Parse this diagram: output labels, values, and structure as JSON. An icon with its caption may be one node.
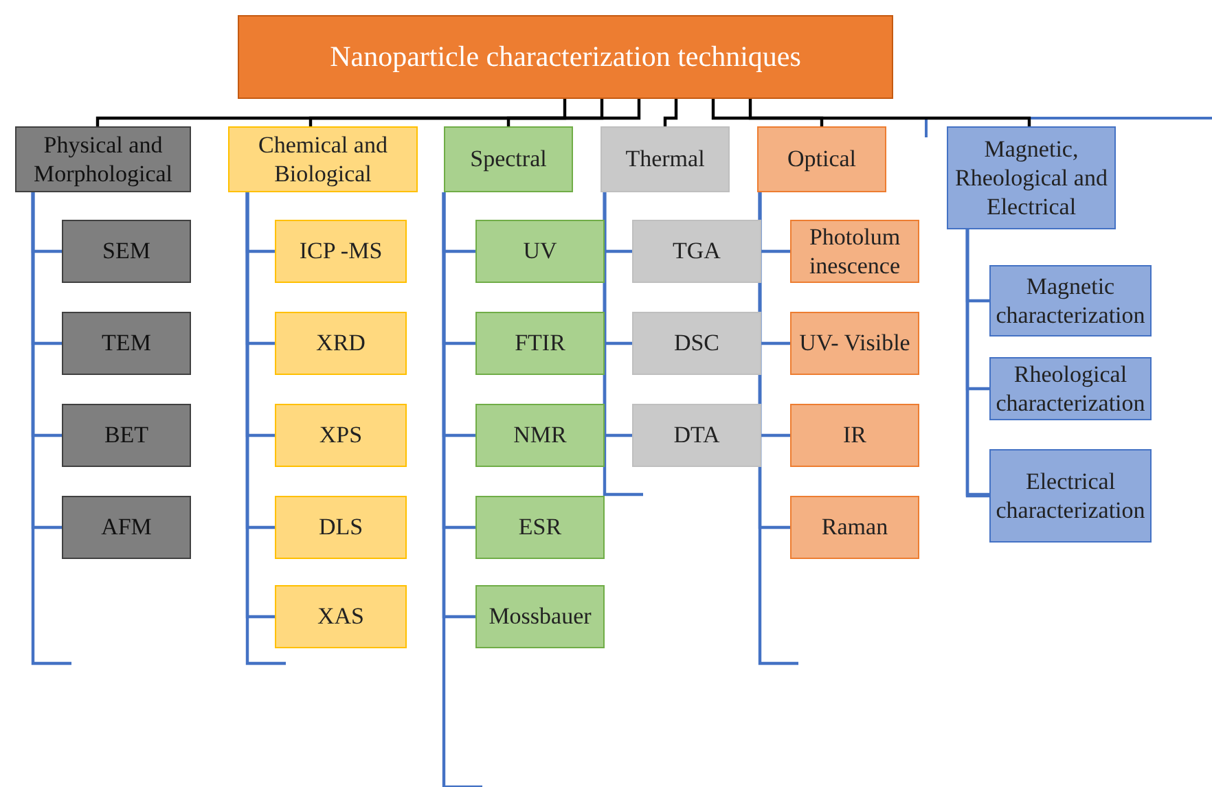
{
  "diagram": {
    "nodes": [
      {
        "text": [
          "Nanoparticle characterization techniques"
        ]
      },
      {
        "text": [
          "Physical and Morphological"
        ]
      },
      {
        "text": [
          "Chemical and Biological"
        ]
      },
      {
        "text": [
          "Spectral"
        ]
      },
      {
        "text": [
          "Thermal"
        ]
      },
      {
        "text": [
          "Optical"
        ]
      },
      {
        "text": [
          "Magnetic, Rheological and Electrical"
        ]
      },
      {
        "text": [
          "SEM"
        ]
      },
      {
        "text": [
          "TEM"
        ]
      },
      {
        "text": [
          "BET"
        ]
      },
      {
        "text": [
          "AFM"
        ]
      },
      {
        "text": [
          "ICP -MS"
        ]
      },
      {
        "text": [
          "XRD"
        ]
      },
      {
        "text": [
          "XPS"
        ]
      },
      {
        "text": [
          "DLS"
        ]
      },
      {
        "text": [
          "XAS"
        ]
      },
      {
        "text": [
          "UV"
        ]
      },
      {
        "text": [
          "FTIR"
        ]
      },
      {
        "text": [
          "NMR"
        ]
      },
      {
        "text": [
          "ESR"
        ]
      },
      {
        "text": [
          "Mossbauer"
        ]
      },
      {
        "text": [
          "TGA"
        ]
      },
      {
        "text": [
          "DSC"
        ]
      },
      {
        "text": [
          "DTA"
        ]
      },
      {
        "text": [
          "Photolum inescence"
        ]
      },
      {
        "text": [
          "UV- Visible"
        ]
      },
      {
        "text": [
          "IR"
        ]
      },
      {
        "text": [
          "Raman"
        ]
      },
      {
        "text": [
          "Magnetic characterization"
        ]
      },
      {
        "text": [
          "Rheological characterization"
        ]
      },
      {
        "text": [
          "Electrical characterization"
        ]
      }
    ],
    "edges": [
      {
        "from": 0,
        "to": 1,
        "arrow": "none",
        "color": "#000000"
      },
      {
        "from": 0,
        "to": 2,
        "arrow": "none",
        "color": "#000000"
      },
      {
        "from": 0,
        "to": 3,
        "arrow": "none",
        "color": "#000000"
      },
      {
        "from": 0,
        "to": 4,
        "arrow": "none",
        "color": "#000000"
      },
      {
        "from": 0,
        "to": 5,
        "arrow": "none",
        "color": "#000000"
      },
      {
        "from": 0,
        "to": 6,
        "arrow": "none",
        "color": "#000000"
      },
      {
        "from": 1,
        "to": 7,
        "arrow": "none"
      },
      {
        "from": 1,
        "to": 8,
        "arrow": "none"
      },
      {
        "from": 1,
        "to": 9,
        "arrow": "none"
      },
      {
        "from": 1,
        "to": 10,
        "arrow": "none"
      },
      {
        "from": 2,
        "to": 11,
        "arrow": "none"
      },
      {
        "from": 2,
        "to": 12,
        "arrow": "none"
      },
      {
        "from": 2,
        "to": 13,
        "arrow": "none"
      },
      {
        "from": 2,
        "to": 14,
        "arrow": "none"
      },
      {
        "from": 2,
        "to": 15,
        "arrow": "none"
      },
      {
        "from": 3,
        "to": 16,
        "arrow": "none"
      },
      {
        "from": 3,
        "to": 17,
        "arrow": "none"
      },
      {
        "from": 3,
        "to": 18,
        "arrow": "none"
      },
      {
        "from": 3,
        "to": 19,
        "arrow": "none"
      },
      {
        "from": 3,
        "to": 20,
        "arrow": "none"
      },
      {
        "from": 4,
        "to": 21,
        "arrow": "none"
      },
      {
        "from": 4,
        "to": 22,
        "arrow": "none"
      },
      {
        "from": 4,
        "to": 23,
        "arrow": "none"
      },
      {
        "from": 5,
        "to": 24,
        "arrow": "none"
      },
      {
        "from": 5,
        "to": 25,
        "arrow": "none"
      },
      {
        "from": 5,
        "to": 26,
        "arrow": "none"
      },
      {
        "from": 5,
        "to": 27,
        "arrow": "none"
      },
      {
        "from": 6,
        "to": 28,
        "arrow": "none"
      },
      {
        "from": 6,
        "to": 29,
        "arrow": "none"
      },
      {
        "from": 6,
        "to": 30,
        "arrow": "none"
      }
    ]
  }
}
